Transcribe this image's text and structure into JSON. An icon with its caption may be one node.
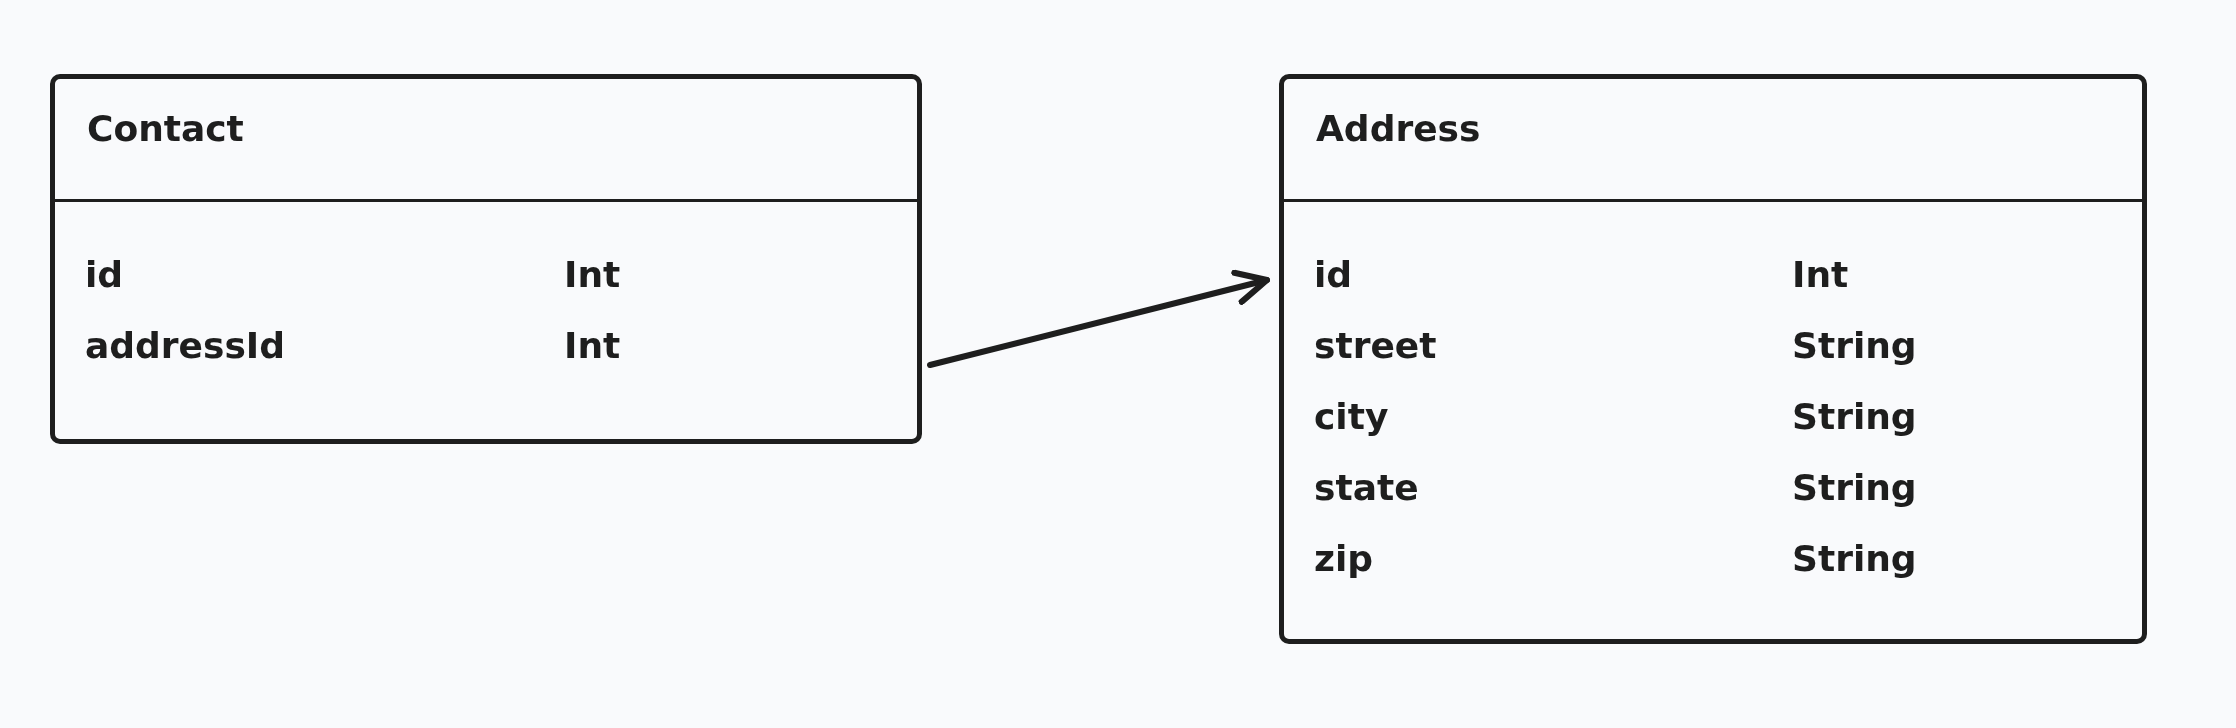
{
  "diagram": {
    "nodes": [
      {
        "text": [
          "Contact",
          "id",
          "Int",
          "addressId",
          "Int"
        ]
      },
      {
        "text": [
          "Address",
          "id",
          "Int",
          "street",
          "String",
          "city",
          "String",
          "state",
          "String",
          "zip",
          "String"
        ]
      }
    ],
    "edges": [
      {
        "from": 0,
        "to": 1,
        "arrow": "to"
      }
    ]
  }
}
